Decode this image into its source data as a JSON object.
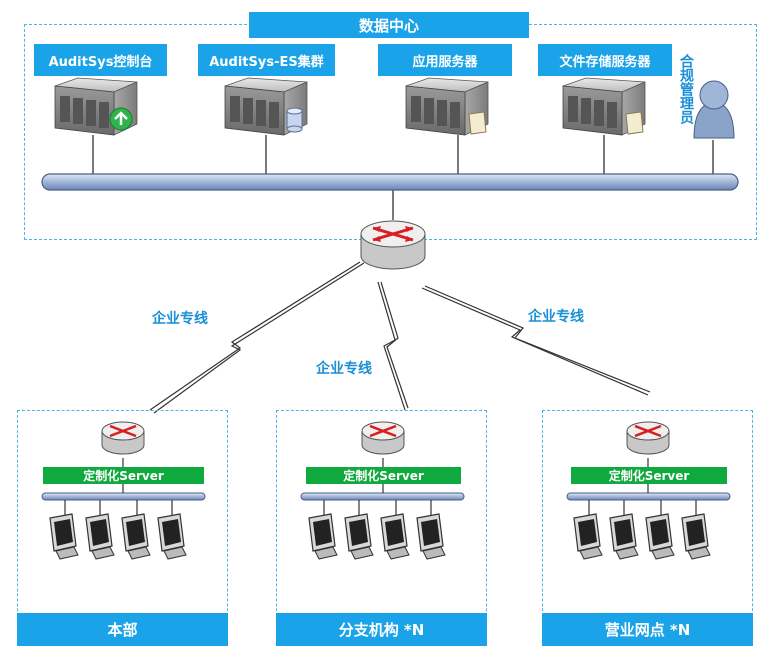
{
  "datacenter": {
    "title": "数据中心",
    "servers": [
      {
        "label": "AuditSys控制台",
        "badge": "green-arrow-icon"
      },
      {
        "label": "AuditSys-ES集群",
        "badge": "database-icon"
      },
      {
        "label": "应用服务器",
        "badge": "document-icon"
      },
      {
        "label": "文件存储服务器",
        "badge": "document-icon"
      }
    ],
    "admin_label": "合规管理员"
  },
  "wan_label": "企业专线",
  "branches": [
    {
      "server_label": "定制化Server",
      "title": "本部"
    },
    {
      "server_label": "定制化Server",
      "title": "分支机构 *N"
    },
    {
      "server_label": "定制化Server",
      "title": "营业网点 *N"
    }
  ],
  "colors": {
    "accent_blue": "#1aa3e8",
    "server_green": "#10a93e",
    "dashed_border": "#4fb3e6",
    "bus_blue": "#9bb3d6"
  }
}
